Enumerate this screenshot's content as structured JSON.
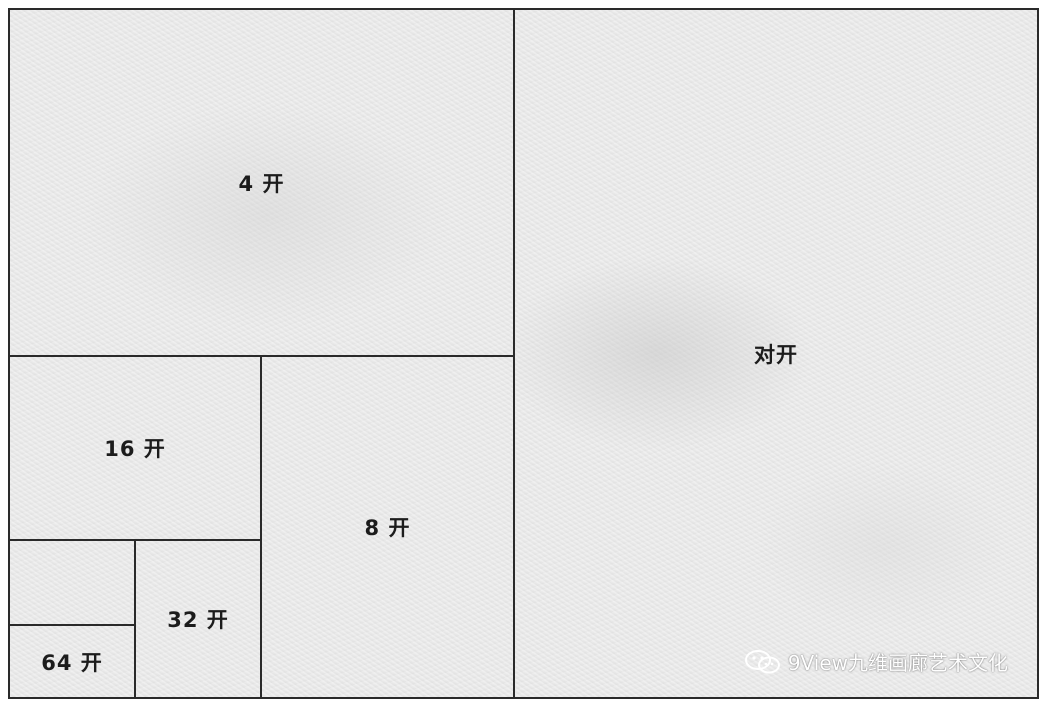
{
  "panels": {
    "duikai": "对开",
    "kai4": "4 开",
    "kai8": "8 开",
    "kai16": "16 开",
    "kai32": "32 开",
    "kai64": "64 开"
  },
  "watermark": {
    "text": "9View九维画廊艺术文化",
    "icon": "wechat-icon"
  },
  "colors": {
    "line": "#2a2a2a",
    "paper": "#ececec",
    "label": "#1c1c1c"
  }
}
